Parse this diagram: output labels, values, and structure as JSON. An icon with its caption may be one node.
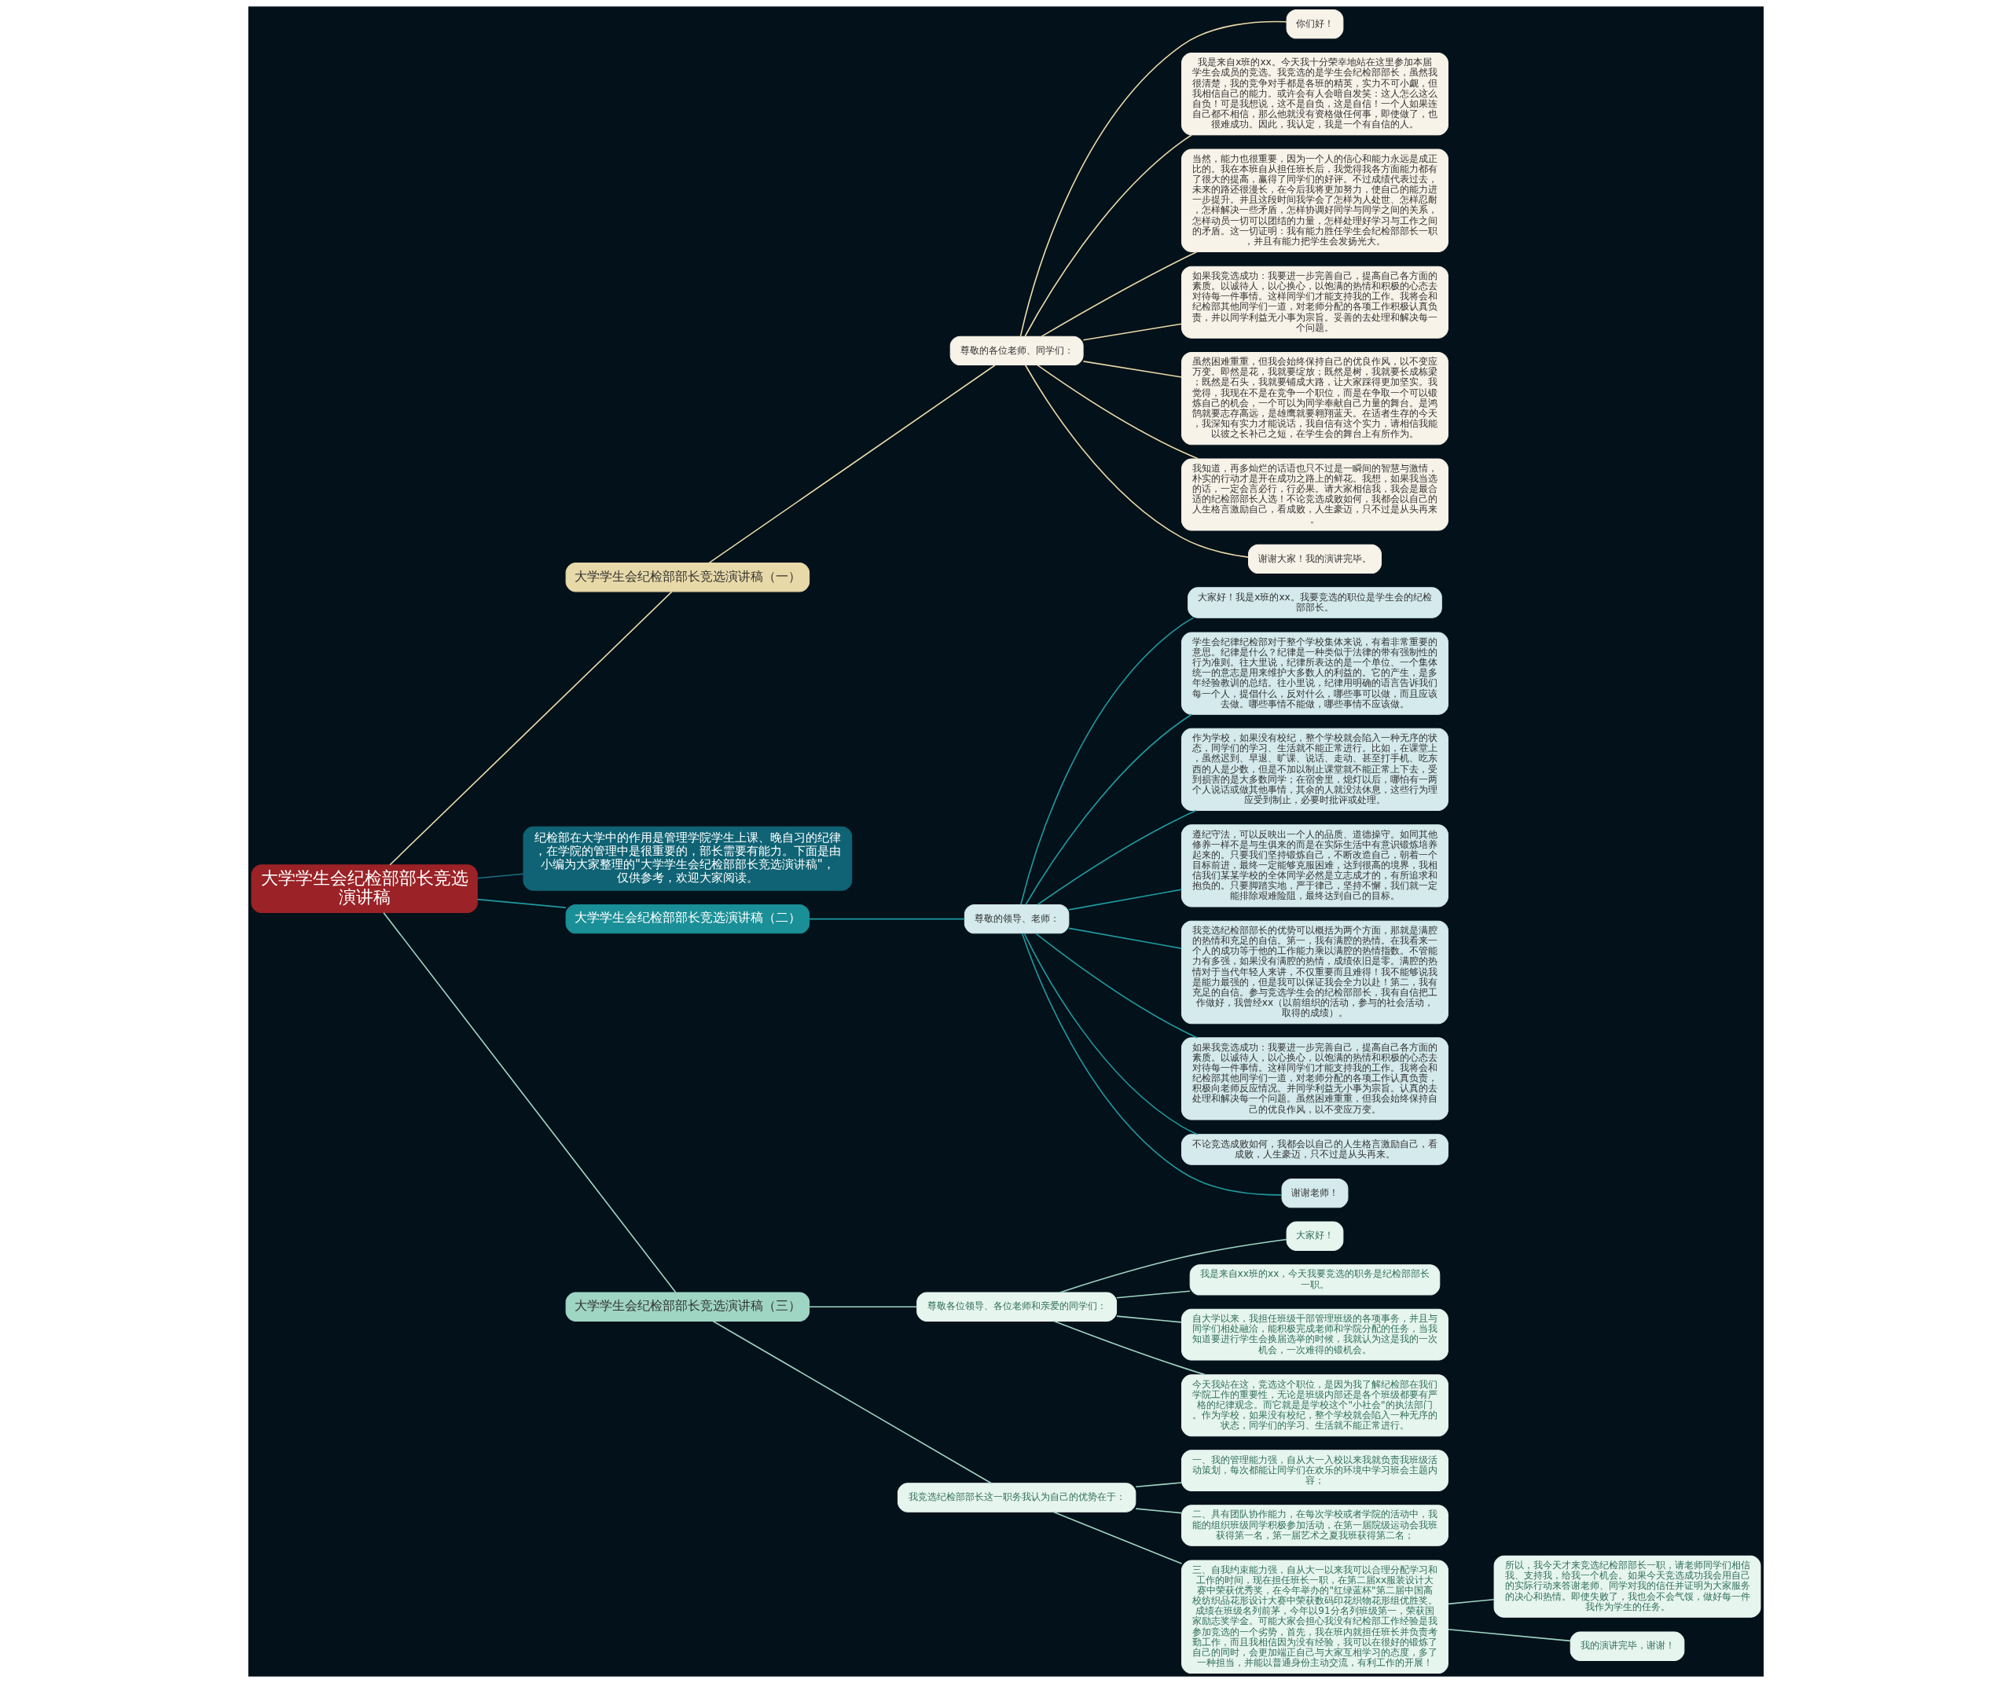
{
  "diagram": {
    "nodes": [
      {
        "text": [
          "大学学生会纪检部部长竞选演讲稿"
        ]
      },
      {
        "text": [
          "大学学生会纪检部部长竞选演讲稿（一）"
        ]
      },
      {
        "text": [
          "尊敬的各位老师、同学们："
        ]
      },
      {
        "text": [
          "你们好！"
        ]
      },
      {
        "text": [
          "我是来自x班的xx。今天我十分荣幸地站在这里参加本届学生会成员的竞选。我竞选的是学生会纪检部部长，虽然我很清楚，我的竞争对手都是各班的精英，实力不可小觑，但我相信自己的能力。或许会有人会暗自发笑：这人怎么这么自负！可是我想说，这不是自负，这是自信！一个人如果连自己都不相信，那么他就没有资格做任何事，即使做了，也很难成功。因此，我认定，我是一个有自信的人。"
        ]
      },
      {
        "text": [
          "当然，能力也很重要，因为一个人的信心和能力永远是成正比的。我在本班自从担任班长后，我觉得我各方面能力都有了很大的提高，赢得了同学们的好评。不过成绩代表过去，未来的路还很漫长，在今后我将更加努力，使自己的能力进一步提升。并且这段时间我学会了怎样为人处世、怎样忍耐，怎样解决一些矛盾，怎样协调好同学与同学之间的关系，怎样动员一切可以团结的力量，怎样处理好学习与工作之间的矛盾。这一切证明：我有能力胜任学生会纪检部部长一职，并且有能力把学生会发扬光大。"
        ]
      },
      {
        "text": [
          "如果我竞选成功：我要进一步完善自己，提高自己各方面的素质。以诚待人，以心换心，以饱满的热情和积极的心态去对待每一件事情。这样同学们才能支持我的工作。我将会和纪检部其他同学们一道，对老师分配的各项工作积极认真负责，并以同学利益无小事为宗旨。妥善的去处理和解决每一个问题。"
        ]
      },
      {
        "text": [
          "虽然困难重重，但我会始终保持自己的优良作风，以不变应万变。即然是花，我就要绽放；既然是树，我就要长成栋梁；既然是石头，我就要铺成大路，让大家踩得更加坚实。我觉得，我现在不是在竞争一个职位，而是在争取一个可以锻炼自己的机会，一个可以为同学奉献自己力量的舞台。是鸿鹄就要志存高远，是雄鹰就要翱翔蓝天。在适者生存的今天，我深知有实力才能说话，我自信有这个实力，请相信我能以彼之长补己之短，在学生会的舞台上有所作为。"
        ]
      },
      {
        "text": [
          "我知道，再多灿烂的话语也只不过是一瞬间的智慧与激情，朴实的行动才是开在成功之路上的鲜花。我想，如果我当选的话，一定会言必行，行必果。请大家相信我，我会是最合适的纪检部部长人选！不论竞选成败如何，我都会以自己的人生格言激励自己，看成败，人生豪迈，只不过是从头再来。"
        ]
      },
      {
        "text": [
          "谢谢大家！我的演讲完毕。"
        ]
      },
      {
        "text": [
          "纪检部在大学中的作用是管理学院学生上课、晚自习的纪律，在学院的管理中是很重要的，部长需要有能力。下面是由小编为大家整理的\"大学学生会纪检部部长竞选演讲稿\"，仅供参考，欢迎大家阅读。"
        ]
      },
      {
        "text": [
          "大学学生会纪检部部长竞选演讲稿（二）"
        ]
      },
      {
        "text": [
          "尊敬的领导、老师："
        ]
      },
      {
        "text": [
          "大家好！我是x班的xx。我要竞选的职位是学生会的纪检部部长。"
        ]
      },
      {
        "text": [
          "学生会纪律纪检部对于整个学校集体来说，有着非常重要的意思。纪律是什么？纪律是一种类似于法律的带有强制性的行为准则。往大里说，纪律所表达的是一个单位、一个集体统一的意志是用来维护大多数人的利益的。它的产生，是多年经验教训的总结。往小里说，纪律用明确的语言告诉我们每一个人，提倡什么，反对什么，哪些事可以做，而且应该去做。哪些事情不能做，哪些事情不应该做。"
        ]
      },
      {
        "text": [
          "作为学校，如果没有校纪，整个学校就会陷入一种无序的状态，同学们的学习、生活就不能正常进行。比如，在课堂上，虽然迟到、早退、旷课、说话、走动、甚至打手机、吃东西的人是少数，但是不加以制止课堂就不能正常上下去，受到损害的是大多数同学；在宿舍里，熄灯以后，哪怕有一两个人说话或做其他事情，其余的人就没法休息，这些行为理应受到制止，必要时批评或处理。"
        ]
      },
      {
        "text": [
          "遵纪守法，可以反映出一个人的品质、道德操守。如同其他修养一样不是与生俱来的而是在实际生活中有意识锻炼培养起来的。只要我们坚持锻炼自己，不断改造自己，朝着一个目标前进，最终一定能够克服困难，达到很高的境界，我相信我们某某学校的全体同学必然是立志成才的，有所追求和抱负的。只要脚踏实地，严于律己，坚持不懈，我们就一定能排除艰难险阻，最终达到自己的目标。"
        ]
      },
      {
        "text": [
          "我竞选纪检部部长的优势可以概括为两个方面，那就是满腔的热情和充足的自信。第一，我有满腔的热情。在我看来一个人的成功等于他的工作能力乘以满腔的热情指数。不管能力有多强，如果没有满腔的热情，成绩依旧是零。满腔的热情对于当代年轻人来讲，不仅重要而且难得！我不能够说我是能力最强的，但是我可以保证我会全力以赴！第二，我有充足的自信。参与竞选学生会的纪检部部长，我有自信把工作做好，我曾经xx（以前组织的活动，参与的社会活动，取得的成绩）。"
        ]
      },
      {
        "text": [
          "如果我竞选成功：我要进一步完善自己，提高自己各方面的素质。以诚待人，以心换心，以饱满的热情和积极的心态去对待每一件事情。这样同学们才能支持我的工作。我将会和纪检部其他同学们一道，对老师分配的各项工作认真负责，积极向老师反应情况。并同学利益无小事为宗旨。认真的去处理和解决每一个问题。虽然困难重重，但我会始终保持自己的优良作风，以不变应万变。"
        ]
      },
      {
        "text": [
          "不论竞选成败如何，我都会以自己的人生格言激励自己，看成败，人生豪迈，只不过是从头再来。"
        ]
      },
      {
        "text": [
          "谢谢老师！"
        ]
      },
      {
        "text": [
          "大学学生会纪检部部长竞选演讲稿（三）"
        ]
      },
      {
        "text": [
          "尊敬各位领导、各位老师和亲爱的同学们："
        ]
      },
      {
        "text": [
          "大家好！"
        ]
      },
      {
        "text": [
          "我是来自xx班的xx，今天我要竞选的职务是纪检部部长一职。"
        ]
      },
      {
        "text": [
          "自大学以来，我担任班级干部管理班级的各项事务，并且与同学们相处融洽，能积极完成老师和学院分配的任务，当我知道要进行学生会换届选举的时候，我就认为这是我的一次机会，一次难得的锻机会。"
        ]
      },
      {
        "text": [
          "今天我站在这，竞选这个职位，是因为我了解纪检部在我们学院工作的重要性，无论是班级内部还是各个班级都要有严格的纪律观念。而它就是是学校这个\"小社会\"的执法部门。作为学校，如果没有校纪，整个学校就会陷入一种无序的状态，同学们的学习、生活就不能正常进行。"
        ]
      },
      {
        "text": [
          "我竞选纪检部部长这一职务我认为自己的优势在于："
        ]
      },
      {
        "text": [
          "一、我的管理能力强，自从大一入校以来我就负责我班级活动策划，每次都能让同学们在欢乐的环境中学习班会主题内容；"
        ]
      },
      {
        "text": [
          "二、具有团队协作能力，在每次学校或者学院的活动中，我能的组织班级同学积极参加活动，在第一届院级运动会我班获得第一名，第一届艺术之夏我班获得第二名；"
        ]
      },
      {
        "text": [
          "三、自我约束能力强，自从大一以来我可以合理分配学习和工作的时间，现在担任班长一职，在第二届xx服装设计大赛中荣获优秀奖，在今年举办的\"红绿蓝杯\"第二届中国高校纺织品花形设计大赛中荣获数码印花织物花形组优胜奖。成绩在班级名列前茅，今年以91分名列班级第一，荣获国家励志奖学金。可能大家会担心我没有纪检部工作经验是我参加竞选的一个劣势，首先，我在班内就担任班长并负责考勤工作，而且我相信因为没有经验，我可以在很好的锻炼了自己的同时，会更加端正自己与大家互相学习的态度，多了一种担当，并能以普通身份主动交流，有利工作的开展！"
        ]
      },
      {
        "text": [
          "所以，我今天才来竞选纪检部部长一职，请老师同学们相信我、支持我，给我一个机会。如果今天竞选成功我会用自己的实际行动来答谢老师、同学对我的信任并证明为大家服务的决心和热情。即使失败了，我也会不会气馁，做好每一件我作为学生的任务。"
        ]
      },
      {
        "text": [
          "我的演讲完毕，谢谢！"
        ]
      }
    ],
    "edges": [
      {
        "from": 0,
        "to": 1,
        "arrow": "none",
        "color": "#e8d9a8"
      },
      {
        "from": 1,
        "to": 2,
        "arrow": "none",
        "color": "#e8d9a8"
      },
      {
        "from": 2,
        "to": 3,
        "arrow": "none",
        "color": "#e8d9a8"
      },
      {
        "from": 2,
        "to": 4,
        "arrow": "none",
        "color": "#e8d9a8"
      },
      {
        "from": 2,
        "to": 5,
        "arrow": "none",
        "color": "#e8d9a8"
      },
      {
        "from": 2,
        "to": 6,
        "arrow": "none",
        "color": "#e8d9a8"
      },
      {
        "from": 2,
        "to": 7,
        "arrow": "none",
        "color": "#e8d9a8"
      },
      {
        "from": 2,
        "to": 8,
        "arrow": "none",
        "color": "#e8d9a8"
      },
      {
        "from": 2,
        "to": 9,
        "arrow": "none",
        "color": "#e8d9a8"
      },
      {
        "from": 0,
        "to": 10,
        "arrow": "none",
        "color": "#1f6f80"
      },
      {
        "from": 0,
        "to": 11,
        "arrow": "none",
        "color": "#1f9aa0"
      },
      {
        "from": 11,
        "to": 12,
        "arrow": "none",
        "color": "#1f9aa0"
      },
      {
        "from": 12,
        "to": 13,
        "arrow": "none",
        "color": "#1f9aa0"
      },
      {
        "from": 12,
        "to": 14,
        "arrow": "none",
        "color": "#1f9aa0"
      },
      {
        "from": 12,
        "to": 15,
        "arrow": "none",
        "color": "#1f9aa0"
      },
      {
        "from": 12,
        "to": 16,
        "arrow": "none",
        "color": "#1f9aa0"
      },
      {
        "from": 12,
        "to": 17,
        "arrow": "none",
        "color": "#1f9aa0"
      },
      {
        "from": 12,
        "to": 18,
        "arrow": "none",
        "color": "#1f9aa0"
      },
      {
        "from": 12,
        "to": 19,
        "arrow": "none",
        "color": "#1f9aa0"
      },
      {
        "from": 12,
        "to": 20,
        "arrow": "none",
        "color": "#1f9aa0"
      },
      {
        "from": 0,
        "to": 21,
        "arrow": "none"
      },
      {
        "from": 21,
        "to": 22,
        "arrow": "none"
      },
      {
        "from": 22,
        "to": 23,
        "arrow": "none"
      },
      {
        "from": 22,
        "to": 24,
        "arrow": "none"
      },
      {
        "from": 22,
        "to": 25,
        "arrow": "none"
      },
      {
        "from": 22,
        "to": 26,
        "arrow": "none"
      },
      {
        "from": 21,
        "to": 27,
        "arrow": "none"
      },
      {
        "from": 27,
        "to": 28,
        "arrow": "none"
      },
      {
        "from": 27,
        "to": 29,
        "arrow": "none"
      },
      {
        "from": 27,
        "to": 30,
        "arrow": "none"
      },
      {
        "from": 30,
        "to": 31,
        "arrow": "none"
      },
      {
        "from": 30,
        "to": 32,
        "arrow": "none"
      }
    ]
  }
}
